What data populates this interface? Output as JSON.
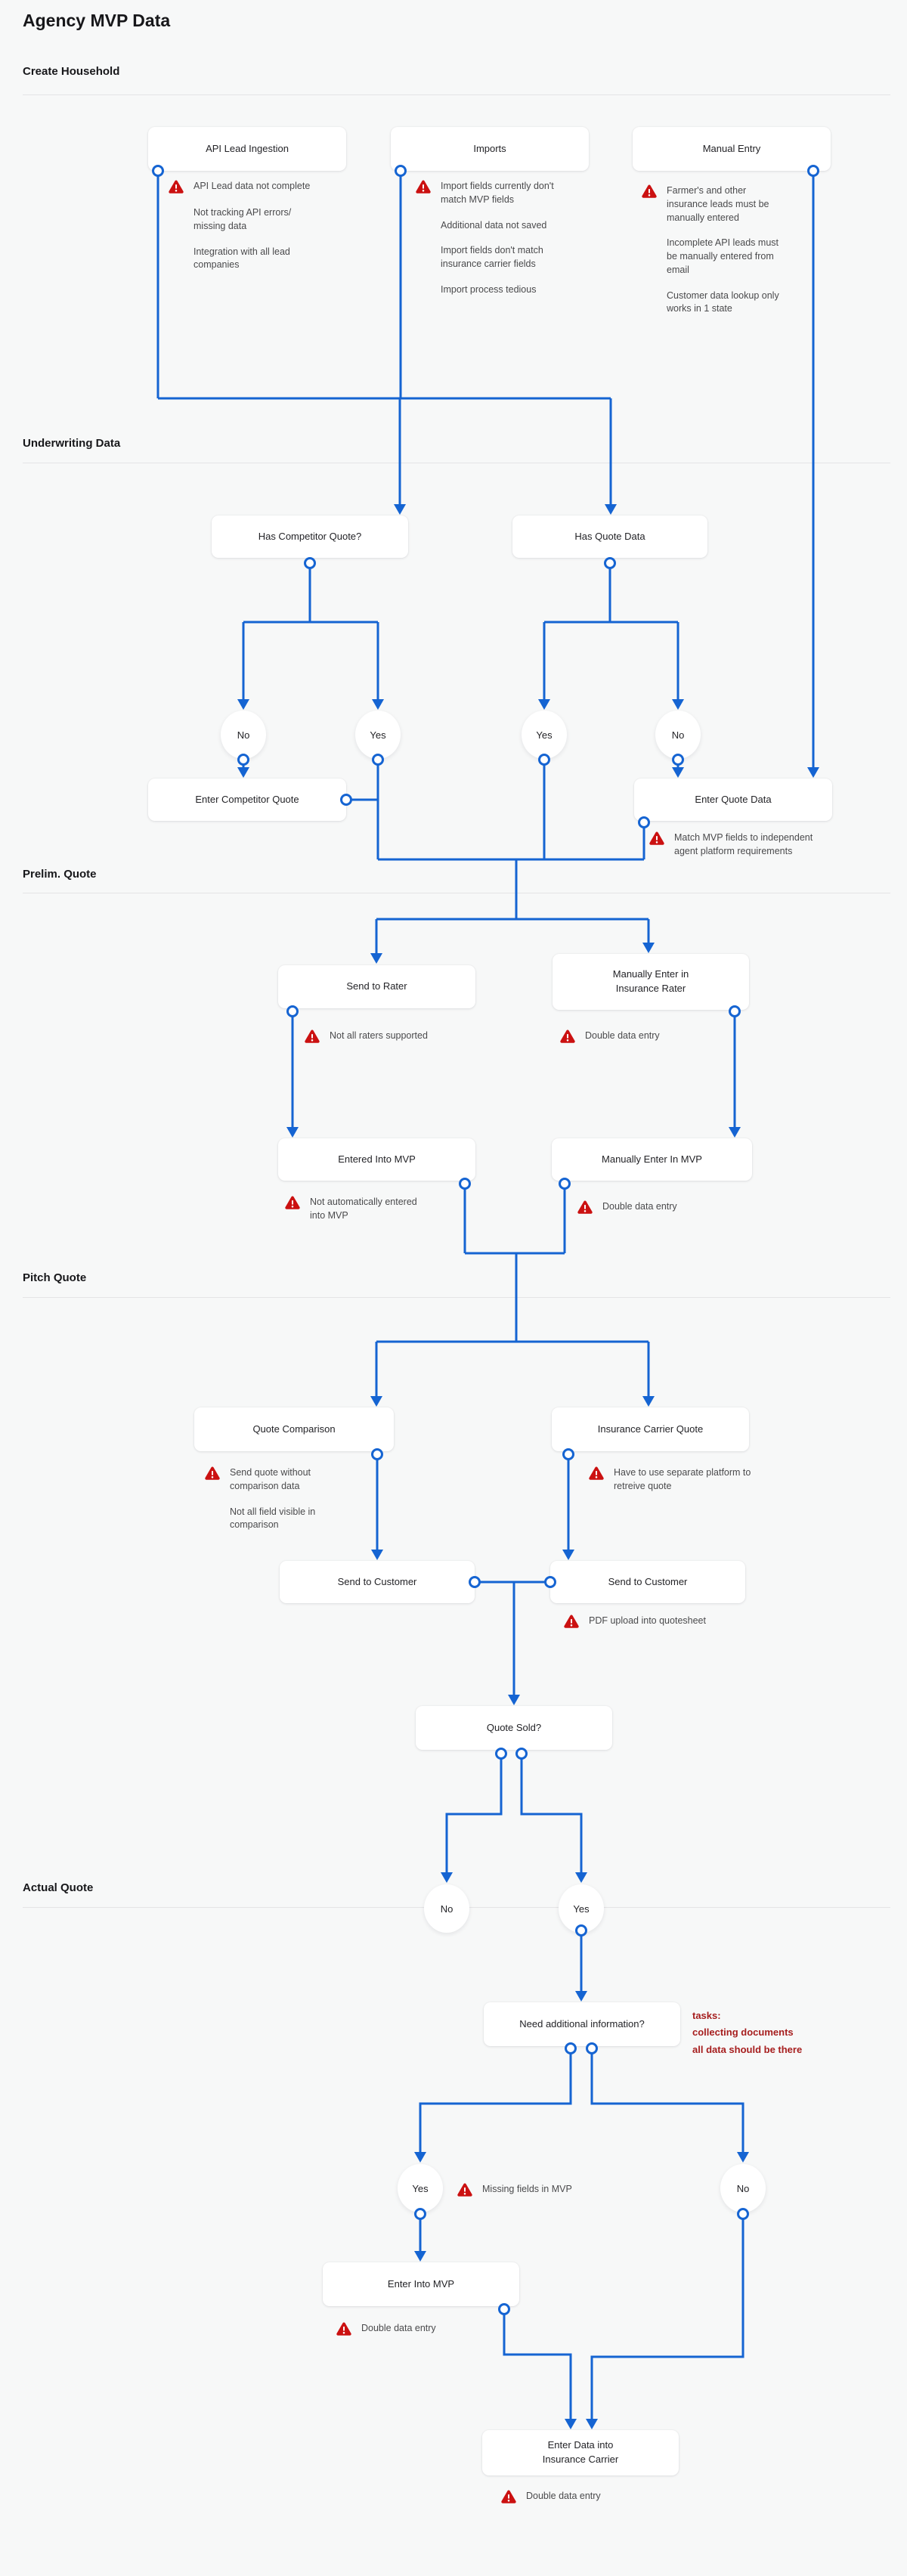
{
  "title": "Agency MVP Data",
  "sections": {
    "create_household": "Create Household",
    "underwriting": "Underwriting Data",
    "prelim": "Prelim. Quote",
    "pitch": "Pitch Quote",
    "actual": "Actual Quote"
  },
  "nodes": {
    "api_lead": "API Lead Ingestion",
    "imports": "Imports",
    "manual_entry": "Manual Entry",
    "has_competitor": "Has Competitor Quote?",
    "has_quote_data": "Has Quote Data",
    "enter_competitor": "Enter Competitor Quote",
    "enter_quote_data": "Enter Quote Data",
    "send_to_rater": "Send to Rater",
    "manual_rater_l1": "Manually Enter in",
    "manual_rater_l2": "Insurance Rater",
    "entered_mvp": "Entered Into MVP",
    "manual_mvp": "Manually Enter In MVP",
    "quote_comparison": "Quote Comparison",
    "carrier_quote": "Insurance Carrier Quote",
    "send_customer_1": "Send to Customer",
    "send_customer_2": "Send to Customer",
    "quote_sold": "Quote Sold?",
    "need_info": "Need additional information?",
    "enter_into_mvp": "Enter Into MVP",
    "enter_carrier_l1": "Enter Data into",
    "enter_carrier_l2": "Insurance Carrier"
  },
  "decisions": {
    "no1": "No",
    "yes1": "Yes",
    "yes2": "Yes",
    "no2": "No",
    "no3": "No",
    "yes3": "Yes",
    "yes4": "Yes",
    "no4": "No"
  },
  "notes": {
    "api": [
      "API Lead data not complete",
      "Not tracking API errors/ missing data",
      "Integration with all lead companies"
    ],
    "imports": [
      "Import fields currently don't match MVP fields",
      "Additional data not saved",
      "Import fields don't match insurance carrier fields",
      "Import process tedious"
    ],
    "manual": [
      "Farmer's and other insurance leads must be manually entered",
      "Incomplete API leads must be manually entered from email",
      "Customer data lookup only works in 1 state"
    ],
    "quote_data": [
      "Match MVP fields to independent agent platform requirements"
    ],
    "rater": [
      "Not all raters supported"
    ],
    "manual_rater": [
      "Double data entry"
    ],
    "entered_mvp": [
      "Not automatically entered into MVP"
    ],
    "manual_mvp": [
      "Double data entry"
    ],
    "comparison": [
      "Send quote without comparison data",
      "Not all field visible in comparison"
    ],
    "carrier": [
      "Have to use separate platform to retreive quote"
    ],
    "pdf": [
      "PDF upload into quotesheet"
    ],
    "missing": [
      "Missing fields in MVP"
    ],
    "enter_mvp2": [
      "Double data entry"
    ],
    "enter_carrier": [
      "Double data entry"
    ]
  },
  "annotation": {
    "line1": "tasks:",
    "line2": "collecting documents",
    "line3": "all data should be there"
  },
  "colors": {
    "connector_blue": "#1564D2",
    "warning_red": "#CB1111",
    "annotation_red": "#A61E1E",
    "canvas_bg": "#F7F8F8"
  }
}
